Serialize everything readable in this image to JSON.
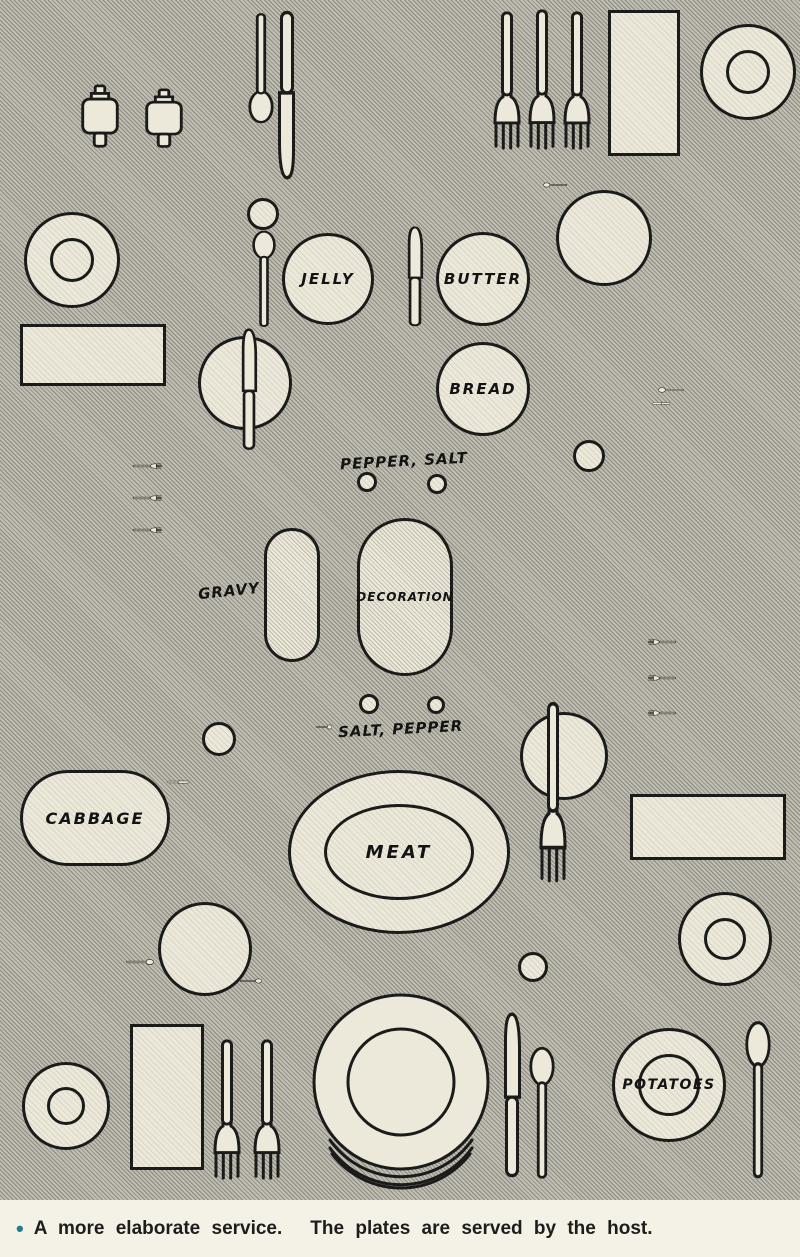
{
  "diagram": {
    "labels": {
      "jelly": "JELLY",
      "butter": "BUTTER",
      "bread": "BREAD",
      "pepper_salt": "PEPPER, SALT",
      "gravy": "GRAVY",
      "decoration": "DECORATION",
      "salt_pepper": "SALT, PEPPER",
      "cabbage": "CABBAGE",
      "meat": "MEAT",
      "potatoes": "POTATOES"
    },
    "colors": {
      "table": "#b5b2a6",
      "item_fill": "#ece9da",
      "outline": "#1b1b1b",
      "caption_bg": "#f4f1e6",
      "bullet": "#20808f"
    }
  },
  "caption": {
    "bullet": "•",
    "text_1": "A more elaborate service.",
    "text_2": "The plates are served by the host."
  }
}
